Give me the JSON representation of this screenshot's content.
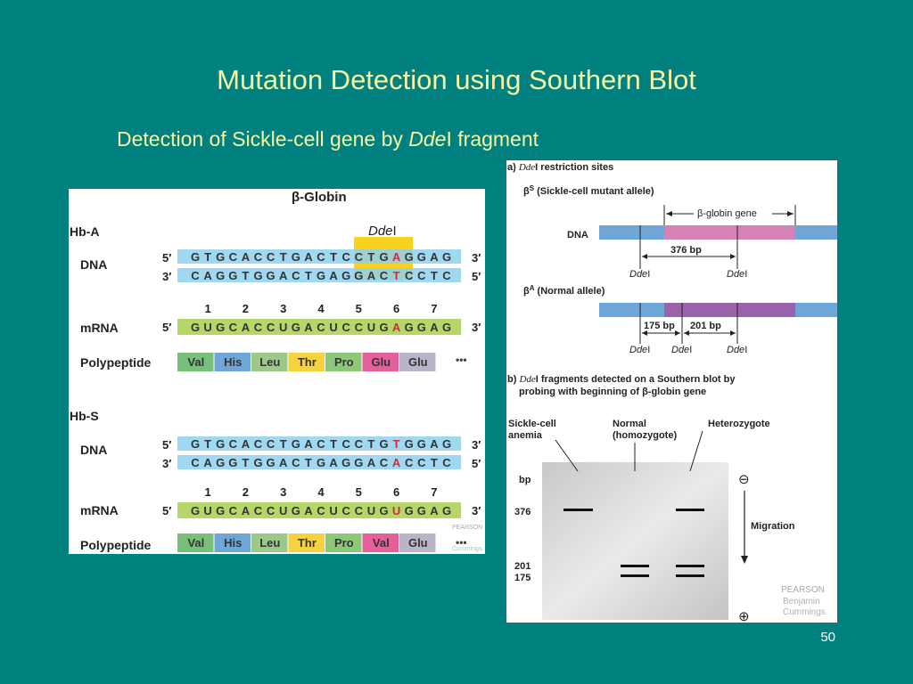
{
  "slide": {
    "title": "Mutation Detection using Southern Blot",
    "subtitle_pre": "Detection of Sickle-cell gene by ",
    "subtitle_italic": "Dde",
    "subtitle_post": "I fragment",
    "page_number": "50"
  },
  "left_figure": {
    "title": "β-Globin",
    "enzyme_italic": "Dde",
    "enzyme_suffix": "I",
    "publisher": "PEARSON",
    "publisher_sub": "Cummings",
    "hba": {
      "label": "Hb-A",
      "dna_label": "DNA",
      "dna_top": [
        "G",
        "T",
        "G",
        "C",
        "A",
        "C",
        "C",
        "T",
        "G",
        "A",
        "C",
        "T",
        "C",
        "C",
        "T",
        "G",
        "A",
        "G",
        "G",
        "A",
        "G"
      ],
      "dna_bottom": [
        "C",
        "A",
        "G",
        "G",
        "T",
        "G",
        "G",
        "A",
        "C",
        "T",
        "G",
        "A",
        "G",
        "G",
        "A",
        "C",
        "T",
        "C",
        "C",
        "T",
        "C"
      ],
      "mrna_label": "mRNA",
      "mrna": [
        "G",
        "U",
        "G",
        "C",
        "A",
        "C",
        "C",
        "U",
        "G",
        "A",
        "C",
        "U",
        "C",
        "C",
        "U",
        "G",
        "A",
        "G",
        "G",
        "A",
        "G"
      ],
      "polypeptide_label": "Polypeptide",
      "amino_acids": [
        "Val",
        "His",
        "Leu",
        "Thr",
        "Pro",
        "Glu",
        "Glu"
      ],
      "ellipsis": "•••"
    },
    "hbs": {
      "label": "Hb-S",
      "dna_label": "DNA",
      "dna_top": [
        "G",
        "T",
        "G",
        "C",
        "A",
        "C",
        "C",
        "T",
        "G",
        "A",
        "C",
        "T",
        "C",
        "C",
        "T",
        "G",
        "T",
        "G",
        "G",
        "A",
        "G"
      ],
      "dna_bottom": [
        "C",
        "A",
        "G",
        "G",
        "T",
        "G",
        "G",
        "A",
        "C",
        "T",
        "G",
        "A",
        "G",
        "G",
        "A",
        "C",
        "A",
        "C",
        "C",
        "T",
        "C"
      ],
      "mrna_label": "mRNA",
      "mrna": [
        "G",
        "U",
        "G",
        "C",
        "A",
        "C",
        "C",
        "U",
        "G",
        "A",
        "C",
        "U",
        "C",
        "C",
        "U",
        "G",
        "U",
        "G",
        "G",
        "A",
        "G"
      ],
      "polypeptide_label": "Polypeptide",
      "amino_acids": [
        "Val",
        "His",
        "Leu",
        "Thr",
        "Pro",
        "Val",
        "Glu"
      ],
      "ellipsis": "•••"
    },
    "end_5": "5′",
    "end_3": "3′",
    "codon_numbers": [
      "1",
      "2",
      "3",
      "4",
      "5",
      "6",
      "7"
    ],
    "mutation_index": 16,
    "colors": {
      "dna": "#8fd0ee",
      "mrna": "#b6d66a",
      "mutation": "#d8283c",
      "site": "#f7d21e",
      "aa": [
        "#78c07a",
        "#6fa6d8",
        "#9cc88a",
        "#f5d23e",
        "#8cc878",
        "#e5609a",
        "#b9b4c8"
      ],
      "aa_mut": "#e5609a"
    }
  },
  "right_figure": {
    "part_a_letter": "a)",
    "part_a_italic": "Dde",
    "part_a_text": "I restriction sites",
    "beta_s_label": "β",
    "beta_s_sup": "S",
    "beta_s_text": " (Sickle-cell mutant allele)",
    "gene_label": "β-globin gene",
    "dna_label": "DNA",
    "frag_376": "376 bp",
    "beta_a_label": "β",
    "beta_a_sup": "A",
    "beta_a_text": " (Normal allele)",
    "frag_175": "175 bp",
    "frag_201": "201 bp",
    "ddeI_italic": "Dde",
    "ddeI_suffix": "I",
    "part_b_letter": "b)",
    "part_b_italic": "Dde",
    "part_b_text_1": "I fragments detected on a Southern blot by",
    "part_b_text_2": "probing with beginning of β-globin gene",
    "lane_1_line1": "Sickle-cell",
    "lane_1_line2": "anemia",
    "lane_2_line1": "Normal",
    "lane_2_line2": "(homozygote)",
    "lane_3": "Heterozygote",
    "bp_label": "bp",
    "size_376": "376",
    "size_201": "201",
    "size_175": "175",
    "migration": "Migration",
    "minus": "⊖",
    "plus": "⊕",
    "publisher_1": "PEARSON",
    "publisher_2": "Benjamin",
    "publisher_3": "Cummings",
    "colors": {
      "gene": "#d682b4",
      "gene_normal": "#9a62aa",
      "flank": "#6fa6d8",
      "gel": "#d8d8d8"
    }
  }
}
